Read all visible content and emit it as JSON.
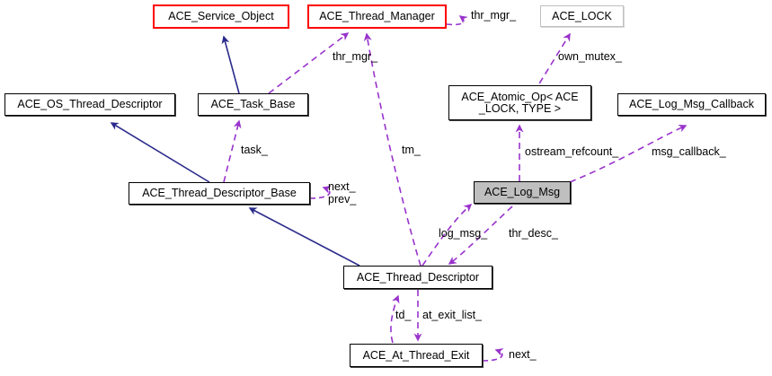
{
  "diagram": {
    "title": "ACE_Log_Msg collaboration diagram",
    "type": "uml-collaboration",
    "colors": {
      "inheritance_edge": "#2a2a8c",
      "association_edge": "#9933cc",
      "highlight_fill": "#bfbfbf",
      "red_border": "#ff0000",
      "gray_border": "#c0c0c0",
      "node_fill": "#ffffff",
      "text": "#000000"
    },
    "nodes": [
      {
        "id": "ace_service_object",
        "label": "ACE_Service_Object",
        "style": "red"
      },
      {
        "id": "ace_thread_manager",
        "label": "ACE_Thread_Manager",
        "style": "red"
      },
      {
        "id": "ace_lock",
        "label": "ACE_LOCK",
        "style": "gray-border"
      },
      {
        "id": "ace_os_thread_descriptor",
        "label": "ACE_OS_Thread_Descriptor",
        "style": "thick"
      },
      {
        "id": "ace_task_base",
        "label": "ACE_Task_Base",
        "style": "thick"
      },
      {
        "id": "ace_atomic_op",
        "label": "ACE_Atomic_Op< ACE\n_LOCK, TYPE >",
        "style": "thick"
      },
      {
        "id": "ace_log_msg_callback",
        "label": "ACE_Log_Msg_Callback",
        "style": "thick"
      },
      {
        "id": "ace_thread_descriptor_base",
        "label": "ACE_Thread_Descriptor_Base",
        "style": "thick"
      },
      {
        "id": "ace_log_msg",
        "label": "ACE_Log_Msg",
        "style": "highlight"
      },
      {
        "id": "ace_thread_descriptor",
        "label": "ACE_Thread_Descriptor",
        "style": "thick"
      },
      {
        "id": "ace_at_thread_exit",
        "label": "ACE_At_Thread_Exit",
        "style": "thick"
      }
    ],
    "edge_labels": [
      {
        "id": "thr_mgr_self",
        "text": "thr_mgr_"
      },
      {
        "id": "own_mutex",
        "text": "own_mutex_"
      },
      {
        "id": "thr_mgr_task",
        "text": "thr_mgr_"
      },
      {
        "id": "task",
        "text": "task_"
      },
      {
        "id": "tm",
        "text": "tm_"
      },
      {
        "id": "ostream_refcount",
        "text": "ostream_refcount_"
      },
      {
        "id": "msg_callback",
        "text": "msg_callback_"
      },
      {
        "id": "next_prev_line1",
        "text": "next_"
      },
      {
        "id": "next_prev_line2",
        "text": "prev_"
      },
      {
        "id": "log_msg",
        "text": "log_msg_"
      },
      {
        "id": "thr_desc",
        "text": "thr_desc_"
      },
      {
        "id": "td",
        "text": "td_"
      },
      {
        "id": "at_exit_list",
        "text": "at_exit_list_"
      },
      {
        "id": "next_bottom",
        "text": "next_"
      }
    ],
    "relations": [
      {
        "from": "ace_task_base",
        "to": "ace_service_object",
        "kind": "inheritance",
        "label": ""
      },
      {
        "from": "ace_thread_descriptor_base",
        "to": "ace_os_thread_descriptor",
        "kind": "inheritance",
        "label": ""
      },
      {
        "from": "ace_thread_descriptor",
        "to": "ace_thread_descriptor_base",
        "kind": "inheritance",
        "label": ""
      },
      {
        "from": "ace_task_base",
        "to": "ace_thread_manager",
        "kind": "association",
        "label": "thr_mgr_"
      },
      {
        "from": "ace_thread_manager",
        "to": "ace_thread_manager",
        "kind": "association",
        "label": "thr_mgr_"
      },
      {
        "from": "ace_thread_descriptor",
        "to": "ace_thread_manager",
        "kind": "association",
        "label": "tm_"
      },
      {
        "from": "ace_thread_descriptor_base",
        "to": "ace_task_base",
        "kind": "association",
        "label": "task_"
      },
      {
        "from": "ace_thread_descriptor_base",
        "to": "ace_thread_descriptor_base",
        "kind": "association",
        "label": "next_ prev_"
      },
      {
        "from": "ace_atomic_op",
        "to": "ace_lock",
        "kind": "association",
        "label": "own_mutex_"
      },
      {
        "from": "ace_log_msg",
        "to": "ace_atomic_op",
        "kind": "association",
        "label": "ostream_refcount_"
      },
      {
        "from": "ace_log_msg",
        "to": "ace_log_msg_callback",
        "kind": "association",
        "label": "msg_callback_"
      },
      {
        "from": "ace_thread_descriptor",
        "to": "ace_log_msg",
        "kind": "association",
        "label": "log_msg_"
      },
      {
        "from": "ace_log_msg",
        "to": "ace_thread_descriptor",
        "kind": "association",
        "label": "thr_desc_"
      },
      {
        "from": "ace_at_thread_exit",
        "to": "ace_thread_descriptor",
        "kind": "association",
        "label": "td_"
      },
      {
        "from": "ace_thread_descriptor",
        "to": "ace_at_thread_exit",
        "kind": "association",
        "label": "at_exit_list_"
      },
      {
        "from": "ace_at_thread_exit",
        "to": "ace_at_thread_exit",
        "kind": "association",
        "label": "next_"
      }
    ]
  }
}
